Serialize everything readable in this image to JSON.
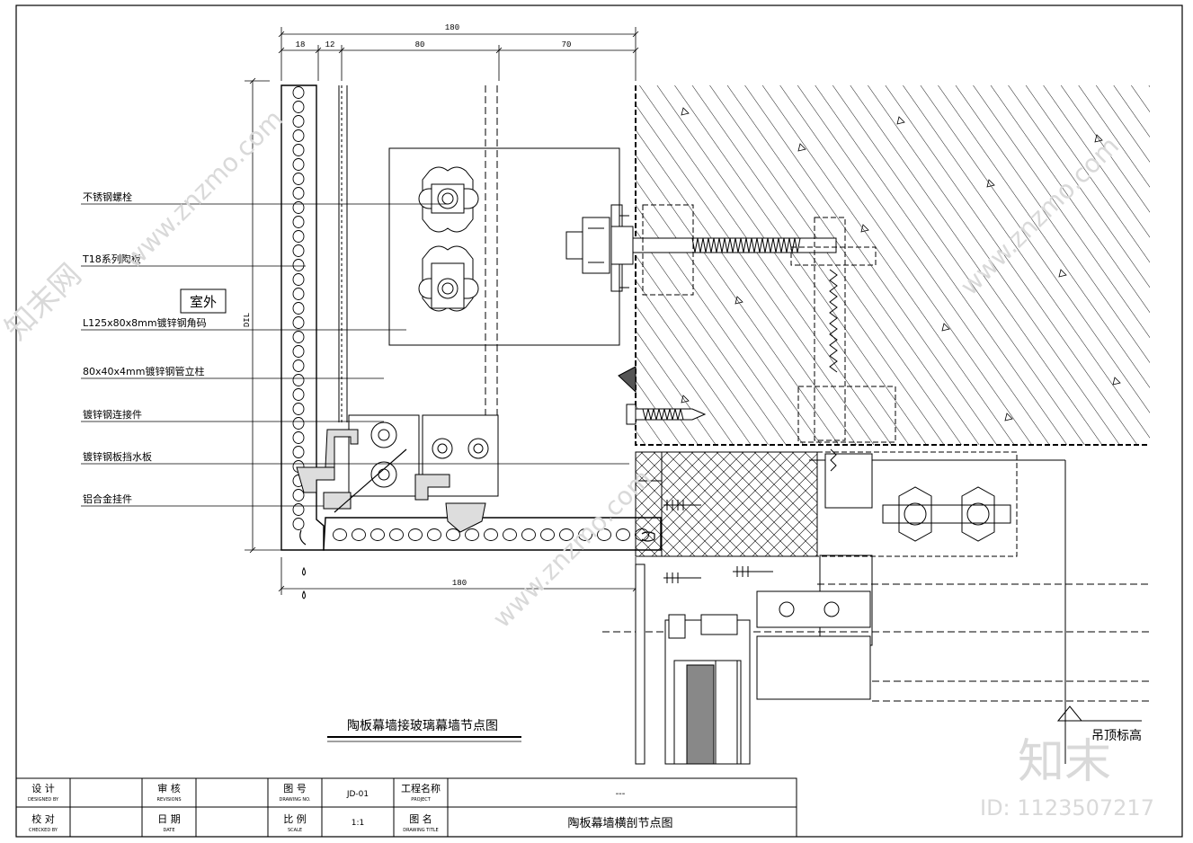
{
  "dimensions": {
    "top_total": "180",
    "top_segments": [
      "18",
      "12",
      "80",
      "70"
    ],
    "bottom_total": "180",
    "vertical": "DIL"
  },
  "callouts": [
    "不锈钢螺栓",
    "T18系列陶板",
    "L125x80x8mm镀锌钢角码",
    "80x40x4mm镀锌钢管立柱",
    "镀锌钢连接件",
    "镀锌钢板挡水板",
    "铝合金挂件"
  ],
  "outdoor_label": "室外",
  "ceiling_label": "吊顶标高",
  "drawing_title": "陶板幕墙接玻璃幕墙节点图",
  "title_block": {
    "design_cn": "设 计",
    "design_en": "DESIGNED BY",
    "check_cn": "校 对",
    "check_en": "CHECKED BY",
    "review_cn": "审 核",
    "review_en": "REVISIONS",
    "date_cn": "日 期",
    "date_en": "DATE",
    "drawing_no_cn": "图 号",
    "drawing_no_en": "DRAWING NO.",
    "scale_cn": "比 例",
    "scale_en": "SCALE",
    "drawing_no": "JD-01",
    "scale": "1:1",
    "project_cn": "工程名称",
    "project_en": "PROJECT",
    "project_value": "---",
    "title_cn": "图 名",
    "title_en": "DRAWING TITLE",
    "title_value": "陶板幕墙横剖节点图"
  },
  "watermark": {
    "brand_cn": "知末",
    "id_text": "ID: 1123507217",
    "site": "www.znzmo.com",
    "stamp": "知末网"
  }
}
